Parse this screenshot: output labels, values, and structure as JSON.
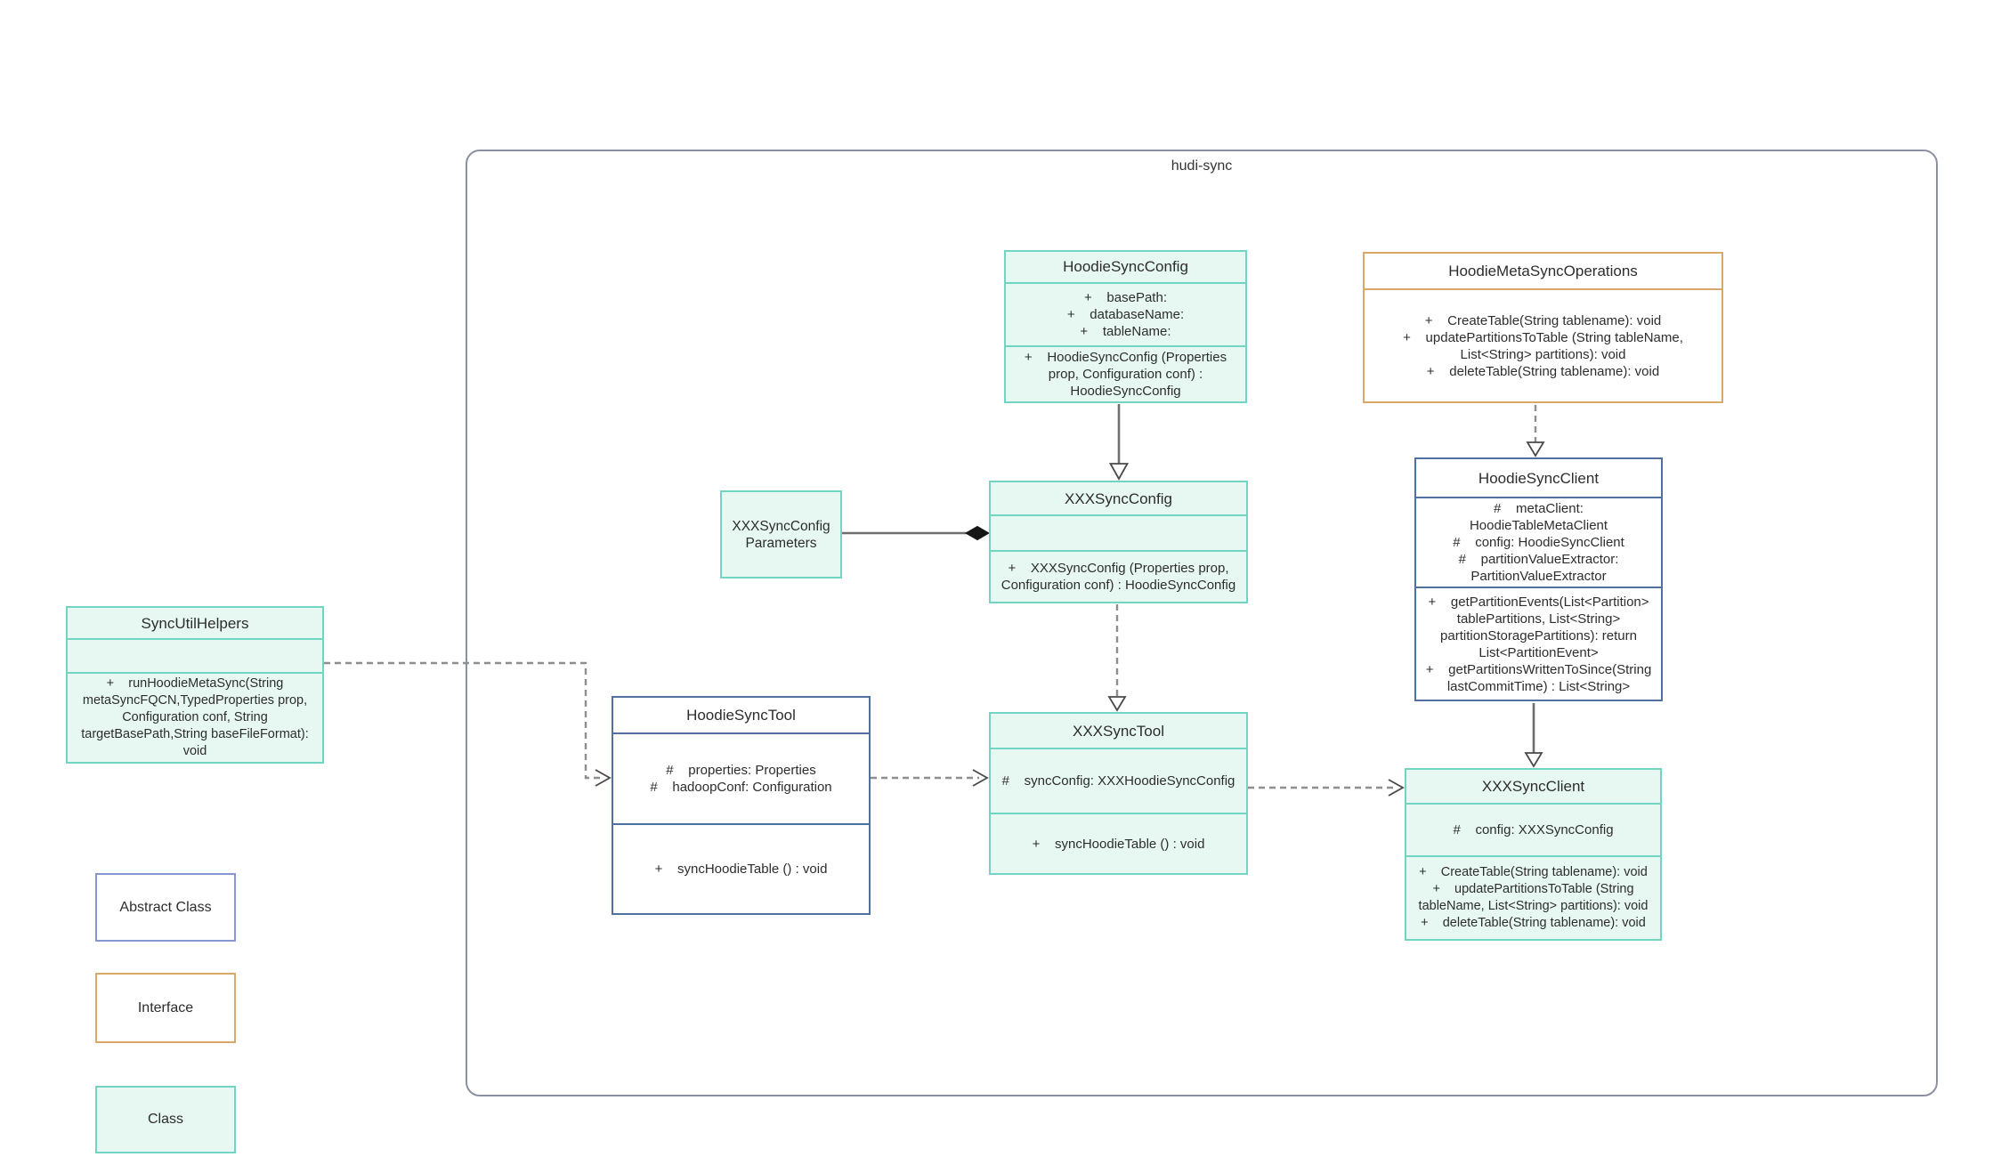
{
  "diagram": {
    "package_label": "hudi-sync",
    "colors": {
      "class_border": "#72d5c4",
      "class_fill": "#e7f8f3",
      "abstract_border": "#50709f",
      "interface_border": "#d9a768",
      "package_border": "#8b91a2"
    },
    "classes": {
      "hoodie_sync_config": {
        "title": "HoodieSyncConfig",
        "fields": [
          "+    basePath:",
          "+    databaseName:",
          "+    tableName:"
        ],
        "methods": [
          "+    HoodieSyncConfig (Properties prop, Configuration conf) : HoodieSyncConfig"
        ]
      },
      "hoodie_meta_sync_operations": {
        "title": "HoodieMetaSyncOperations",
        "methods": [
          "+    CreateTable(String tablename): void",
          "+    updatePartitionsToTable (String tableName, List<String> partitions): void",
          "+    deleteTable(String tablename): void"
        ]
      },
      "xxx_sync_config_parameters": {
        "title": "XXXSyncConfigParameters"
      },
      "xxx_sync_config": {
        "title": "XXXSyncConfig",
        "fields": [],
        "methods": [
          "+    XXXSyncConfig (Properties prop, Configuration conf) : HoodieSyncConfig"
        ]
      },
      "hoodie_sync_client": {
        "title": "HoodieSyncClient",
        "fields": [
          "#    metaClient: HoodieTableMetaClient",
          "#    config: HoodieSyncClient",
          "#    partitionValueExtractor: PartitionValueExtractor"
        ],
        "methods": [
          "+    getPartitionEvents(List<Partition> tablePartitions, List<String> partitionStoragePartitions): return List<PartitionEvent>",
          "+    getPartitionsWrittenToSince(String lastCommitTime) : List<String>"
        ]
      },
      "sync_util_helpers": {
        "title": "SyncUtilHelpers",
        "fields": [],
        "methods": [
          "+    runHoodieMetaSync(String metaSyncFQCN,TypedProperties prop, Configuration conf, String targetBasePath,String baseFileFormat): void"
        ]
      },
      "hoodie_sync_tool": {
        "title": "HoodieSyncTool",
        "fields": [
          "#    properties: Properties",
          "#    hadoopConf: Configuration"
        ],
        "methods": [
          "+    syncHoodieTable () : void"
        ]
      },
      "xxx_sync_tool": {
        "title": "XXXSyncTool",
        "fields": [
          "#    syncConfig: XXXHoodieSyncConfig"
        ],
        "methods": [
          "+    syncHoodieTable () : void"
        ]
      },
      "xxx_sync_client": {
        "title": "XXXSyncClient",
        "fields": [
          "#    config: XXXSyncConfig"
        ],
        "methods": [
          "+    CreateTable(String tablename): void",
          "+    updatePartitionsToTable (String tableName, List<String> partitions): void",
          "+    deleteTable(String tablename): void"
        ]
      }
    },
    "legend": {
      "abstract_label": "Abstract Class",
      "interface_label": "Interface",
      "class_label": "Class"
    }
  }
}
